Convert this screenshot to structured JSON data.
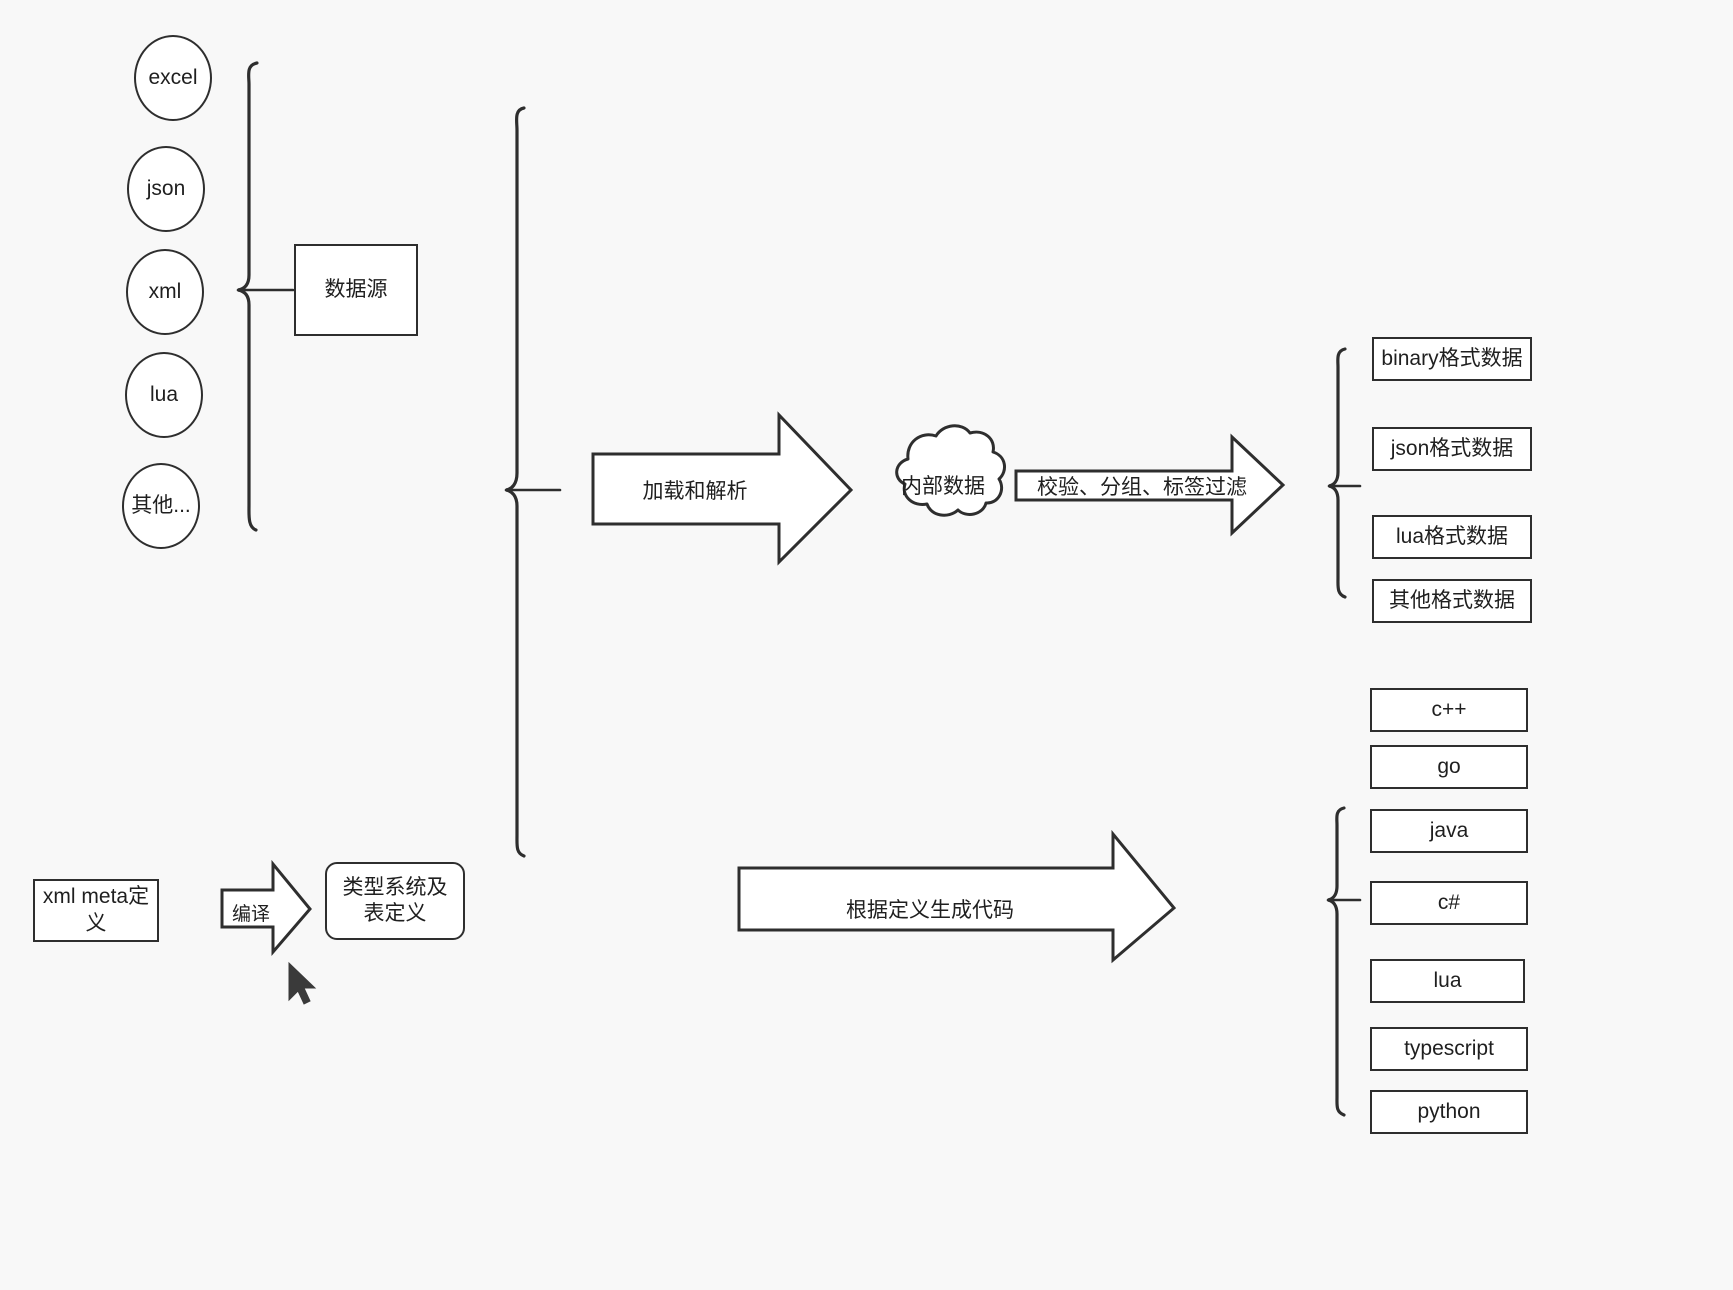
{
  "diagram": {
    "title": "data pipeline diagram",
    "background_color": "#f8f8f8",
    "stroke_color": "#2e2e2e",
    "fill_color": "#ffffff",
    "text_color": "#1f1f1f"
  },
  "sources": {
    "items": [
      {
        "label": "excel"
      },
      {
        "label": "json"
      },
      {
        "label": "xml"
      },
      {
        "label": "lua"
      },
      {
        "label": "其他..."
      }
    ],
    "group_label": "数据源"
  },
  "meta": {
    "source_label": "xml meta定义",
    "compile_arrow_label": "编译",
    "target_label": "类型系统及表定义"
  },
  "pipeline": {
    "load_arrow_label": "加载和解析",
    "cloud_label": "内部数据",
    "filter_arrow_label": "校验、分组、标签过滤",
    "codegen_arrow_label": "根据定义生成代码"
  },
  "data_outputs": {
    "items": [
      {
        "label": "binary格式数据"
      },
      {
        "label": "json格式数据"
      },
      {
        "label": "lua格式数据"
      },
      {
        "label": "其他格式数据"
      }
    ]
  },
  "code_outputs": {
    "items": [
      {
        "label": "c++"
      },
      {
        "label": "go"
      },
      {
        "label": "java"
      },
      {
        "label": "c#"
      },
      {
        "label": "lua"
      },
      {
        "label": "typescript"
      },
      {
        "label": "python"
      }
    ]
  }
}
